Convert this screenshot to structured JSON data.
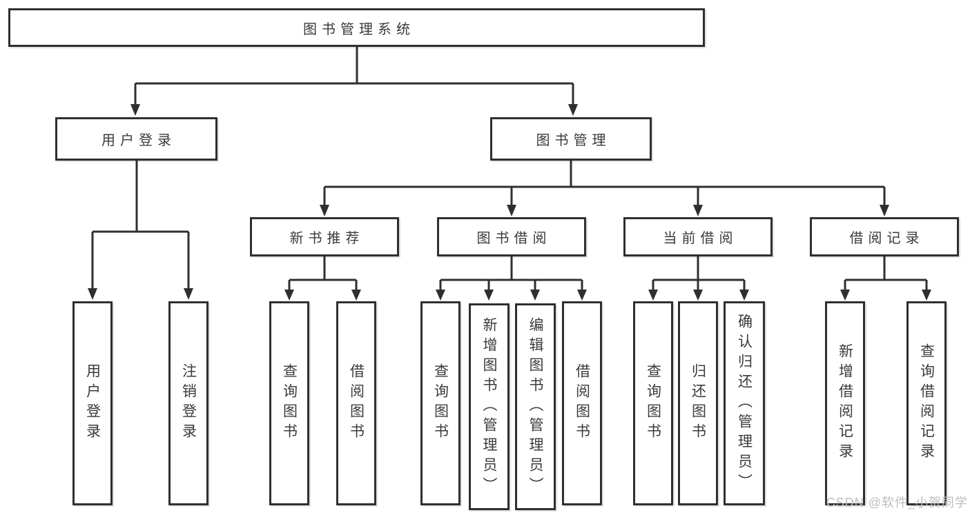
{
  "tree": {
    "label": "图书管理系统",
    "children": [
      {
        "label": "用户登录",
        "children": [
          {
            "label": "用户登录"
          },
          {
            "label": "注销登录"
          }
        ]
      },
      {
        "label": "图书管理",
        "children": [
          {
            "label": "新书推荐",
            "children": [
              {
                "label": "查询图书"
              },
              {
                "label": "借阅图书"
              }
            ]
          },
          {
            "label": "图书借阅",
            "children": [
              {
                "label": "查询图书"
              },
              {
                "label": "新增图书（管理员）"
              },
              {
                "label": "编辑图书（管理员）"
              },
              {
                "label": "借阅图书"
              }
            ]
          },
          {
            "label": "当前借阅",
            "children": [
              {
                "label": "查询图书"
              },
              {
                "label": "归还图书"
              },
              {
                "label": "确认归还（管理员）"
              }
            ]
          },
          {
            "label": "借阅记录",
            "children": [
              {
                "label": "新增借阅记录"
              },
              {
                "label": "查询借阅记录"
              }
            ]
          }
        ]
      }
    ]
  },
  "watermark": "CSDN @软件_小贺同学",
  "colors": {
    "line": "#2f2f2f",
    "text": "#3a3a3a",
    "watermark": "#bdbdbd",
    "background": "#ffffff"
  }
}
